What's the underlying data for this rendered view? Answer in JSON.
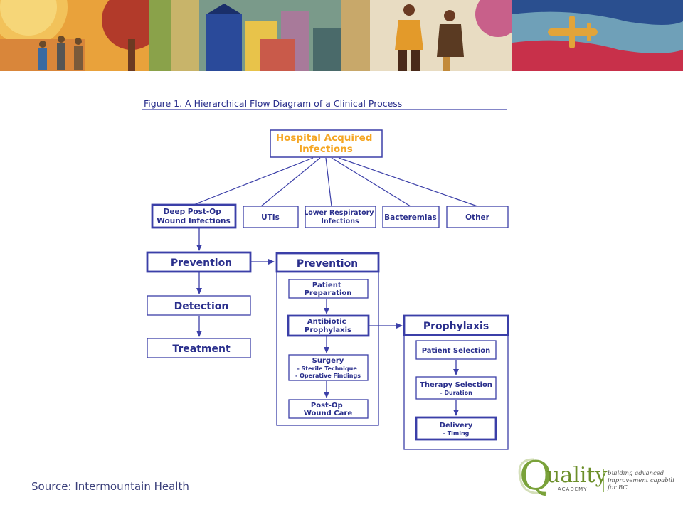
{
  "figure_title": "Figure 1.  A Hierarchical Flow Diagram of a Clinical Process",
  "source_caption": "Source:  Intermountain Health",
  "colors": {
    "diagram_blue": "#3b3fa8",
    "text_blue": "#2a2f8c",
    "root_text_orange": "#f5a623",
    "logo_green": "#7aa23a"
  },
  "diagram": {
    "root": {
      "lines": [
        "Hospital Acquired",
        "Infections"
      ]
    },
    "categories": [
      {
        "lines": [
          "Deep Post-Op",
          "Wound Infections"
        ]
      },
      {
        "lines": [
          "UTIs"
        ]
      },
      {
        "lines": [
          "Lower Respiratory",
          "Infections"
        ]
      },
      {
        "lines": [
          "Bacteremias"
        ]
      },
      {
        "lines": [
          "Other"
        ]
      }
    ],
    "phases": [
      {
        "lines": [
          "Prevention"
        ]
      },
      {
        "lines": [
          "Detection"
        ]
      },
      {
        "lines": [
          "Treatment"
        ]
      }
    ],
    "prevention_panel": {
      "title": "Prevention",
      "steps": [
        {
          "lines": [
            "Patient",
            "Preparation"
          ]
        },
        {
          "lines": [
            "Antibiotic",
            "Prophylaxis"
          ]
        },
        {
          "lines": [
            "Surgery",
            "- Sterile Technique",
            "- Operative Findings"
          ]
        },
        {
          "lines": [
            "Post-Op",
            "Wound Care"
          ]
        }
      ]
    },
    "prophylaxis_panel": {
      "title": "Prophylaxis",
      "steps": [
        {
          "lines": [
            "Patient Selection"
          ]
        },
        {
          "lines": [
            "Therapy Selection",
            "- Duration"
          ]
        },
        {
          "lines": [
            "Delivery",
            "- Timing"
          ]
        }
      ]
    }
  },
  "logo": {
    "q_letter": "Q",
    "word": "uality",
    "academy": "ACADEMY",
    "tagline": [
      "building advanced",
      "improvement capability",
      "for BC"
    ]
  }
}
